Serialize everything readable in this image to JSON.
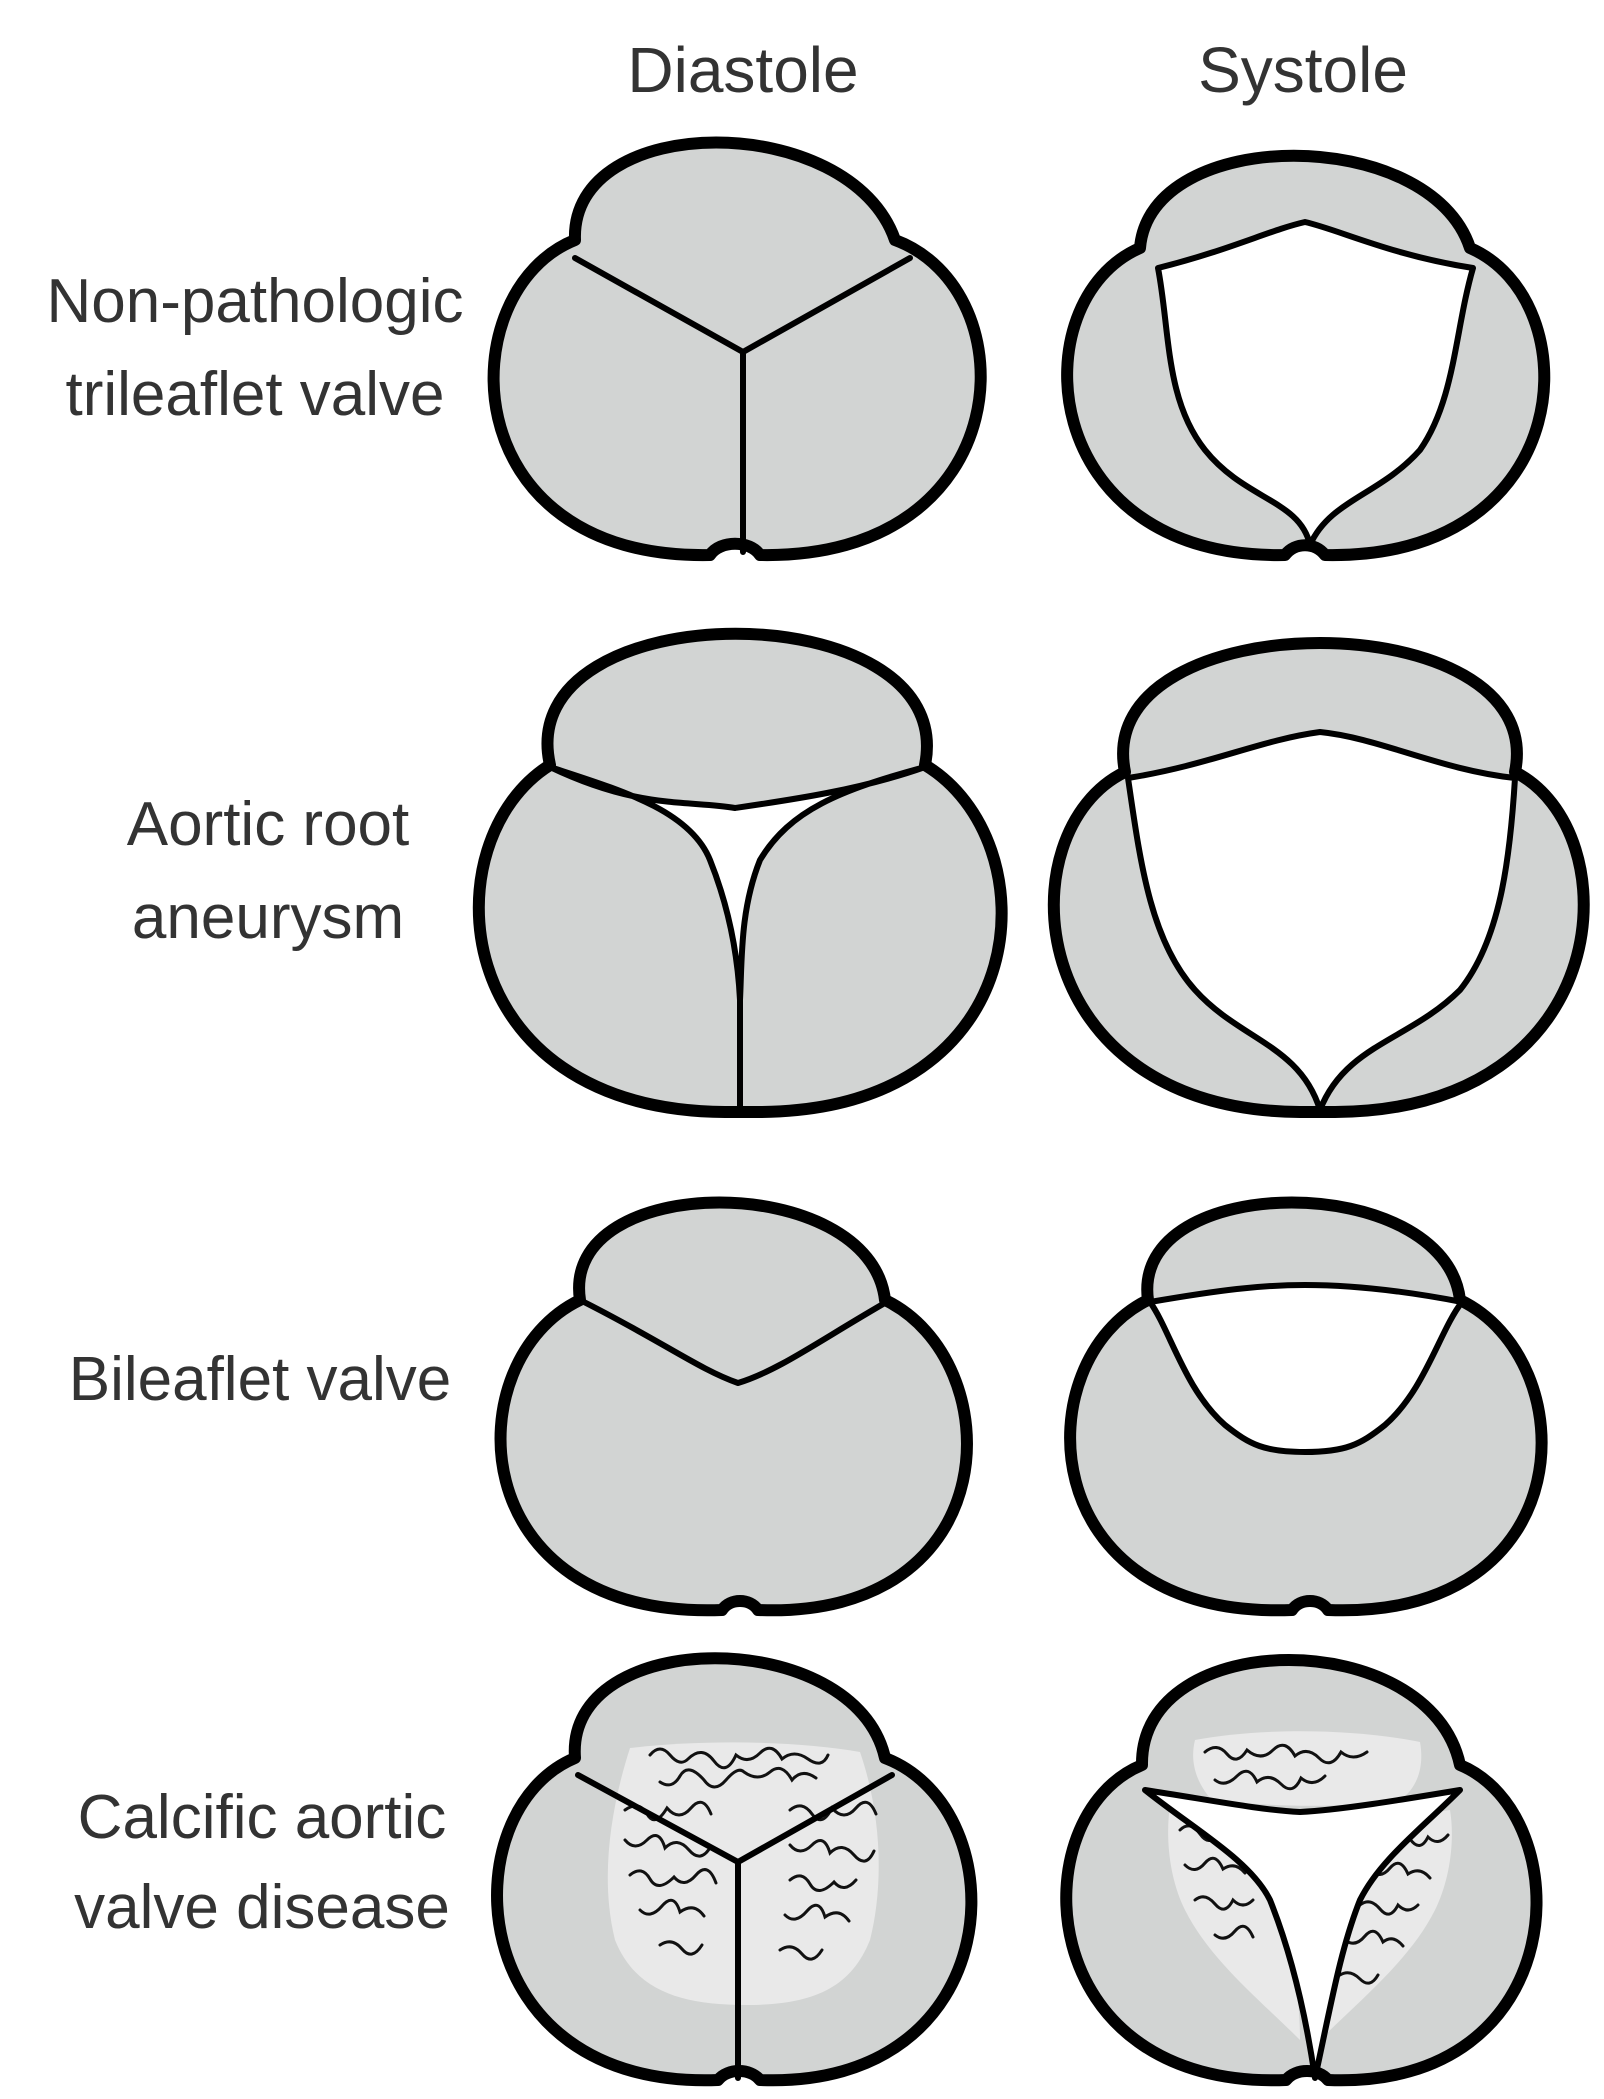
{
  "columns": {
    "diastole": "Diastole",
    "systole": "Systole"
  },
  "rows": [
    {
      "id": "non-pathologic",
      "label_lines": [
        "Non-pathologic",
        "trileaflet valve"
      ]
    },
    {
      "id": "aortic-root-aneurysm",
      "label_lines": [
        "Aortic root",
        "aneurysm"
      ]
    },
    {
      "id": "bileaflet",
      "label_lines": [
        "Bileaflet valve"
      ]
    },
    {
      "id": "calcific",
      "label_lines": [
        "Calcific aortic",
        "valve disease"
      ]
    }
  ],
  "colors": {
    "leaflet_fill": "#d2d4d3",
    "outline": "#000000",
    "opening": "#ffffff",
    "text": "#333333"
  }
}
